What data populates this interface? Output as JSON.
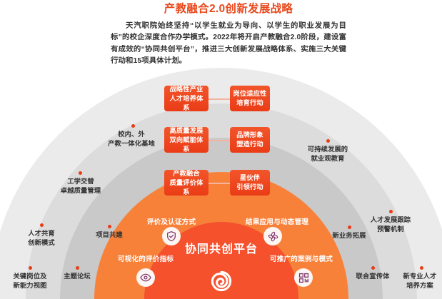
{
  "header": {
    "title": "产教融合2.0创新发展战略",
    "paragraph": "天汽职院始终坚持“以学生就业为导向、以学生的职业发展为目标”的校企深度合作办学模式。2022年将开启产教融合2.0阶段，建设富有成效的“协同共创平台”，推进三大创新发展战略体系、实施三大关键行动和15项具体计划。"
  },
  "colors": {
    "brand_orange": "#e8491d",
    "box_orange": "#f04a23",
    "inner_ring": "#f8813a",
    "core_ring": "#f4512c",
    "grey_outer": "#ebebeb",
    "grey_mid": "#dcdcdc",
    "grey_inner": "#c9c9c9",
    "icon_purple": "#7b2d6b",
    "dot_red": "#ea3c16"
  },
  "strategy_boxes": [
    {
      "line1": "战略性产业",
      "line2": "人才培养体系",
      "kind": "system",
      "row": 1,
      "side": "left"
    },
    {
      "line1": "岗位适应性",
      "line2": "培育行动",
      "kind": "action",
      "row": 1,
      "side": "right"
    },
    {
      "line1": "高质量发展",
      "line2": "双向赋能体系",
      "kind": "system",
      "row": 2,
      "side": "left"
    },
    {
      "line1": "品牌形象",
      "line2": "塑造行动",
      "kind": "action",
      "row": 2,
      "side": "right"
    },
    {
      "line1": "产教融合",
      "line2": "质量评价体系",
      "kind": "system",
      "row": 3,
      "side": "left"
    },
    {
      "line1": "星伙伴",
      "line2": "引领行动",
      "kind": "action",
      "row": 3,
      "side": "right"
    }
  ],
  "outer_labels": [
    {
      "line1": "校内、外",
      "line2": "产教一体化基地"
    },
    {
      "line1": "工学交替",
      "line2": "卓越质量管理"
    },
    {
      "line1": "人才共育",
      "line2": "创新模式"
    },
    {
      "line1": "关键岗位及",
      "line2": "新能力视图"
    },
    {
      "line1": "项目共建",
      "line2": ""
    },
    {
      "line1": "主题论坛",
      "line2": ""
    },
    {
      "line1": "可持续发展的",
      "line2": "就业观教育"
    },
    {
      "line1": "人才发展跟踪",
      "line2": "预警机制"
    },
    {
      "line1": "新业务拓展",
      "line2": ""
    },
    {
      "line1": "联合宣传体",
      "line2": ""
    },
    {
      "line1": "新专业人才",
      "line2": "培养方案"
    }
  ],
  "inner_labels": [
    {
      "text": "评价及认证方式",
      "icon": "shield-check-icon"
    },
    {
      "text": "结果应用与动态管理",
      "icon": "pinwheel-icon"
    },
    {
      "text": "可视化的评价指标",
      "icon": "eye-icon"
    },
    {
      "text": "可推广的案例与模式",
      "icon": "qr-code-icon"
    }
  ],
  "centre": {
    "label": "协同共创平台",
    "icon": "spiral-icon"
  }
}
